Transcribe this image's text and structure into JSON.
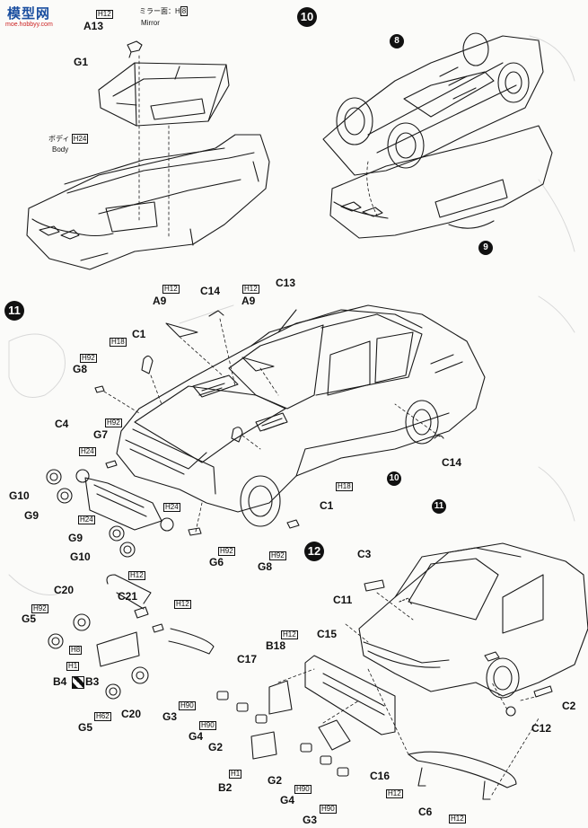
{
  "watermark": {
    "title": "模型网",
    "url": "moe.hobbyy.com",
    "note": "logo graphic"
  },
  "steps": {
    "s10": "10",
    "s11": "11",
    "s12": "12",
    "s8": "8",
    "s9": "9"
  },
  "step10": {
    "a13_code": "H12",
    "a13": "A13",
    "mirror_jp": "ミラー面：H",
    "mirror_code": "8",
    "mirror_en": "Mirror",
    "g1": "G1",
    "body_jp": "ボディ",
    "body_code": "H24",
    "body_en": "Body"
  },
  "step11": {
    "a9l_code": "H12",
    "a9l": "A9",
    "c14t": "C14",
    "a9r_code": "H12",
    "a9r": "A9",
    "c13": "C13",
    "c1t_code": "H18",
    "c1t": "C1",
    "g8t_code": "H92",
    "g8t": "G8",
    "c4": "C4",
    "g7_code": "H92",
    "g7": "G7",
    "h24a": "H24",
    "g10a": "G10",
    "g9a": "G9",
    "h24b": "H24",
    "h24c": "H24",
    "g9b": "G9",
    "g10b": "G10",
    "g6_code": "H92",
    "g6": "G6",
    "g8b_code": "H92",
    "g8b": "G8",
    "c1b": "C1",
    "c1b_code": "H18",
    "c14b": "C14"
  },
  "step12": {
    "h12a": "H12",
    "c20a": "C20",
    "c21": "C21",
    "g5a_code": "H92",
    "g5a": "G5",
    "h12b": "H12",
    "h8": "H8",
    "h1a": "H1",
    "b4": "B4",
    "b3": "B3",
    "c20b": "C20",
    "g5b": "G5",
    "g5b_code": "H62",
    "c3": "C3",
    "c11": "C11",
    "b18_code": "H12",
    "b18": "B18",
    "c15": "C15",
    "c17": "C17",
    "g3a_code": "H90",
    "g3a": "G3",
    "g4a_code": "H90",
    "g4a": "G4",
    "g2a": "G2",
    "h1b": "H1",
    "b2": "B2",
    "g2b": "G2",
    "g4b_code": "H90",
    "g4b": "G4",
    "g3b_code": "H90",
    "g3b": "G3",
    "c16": "C16",
    "c2": "C2",
    "c12": "C12",
    "h12c": "H12",
    "c6": "C6",
    "h12d": "H12"
  }
}
